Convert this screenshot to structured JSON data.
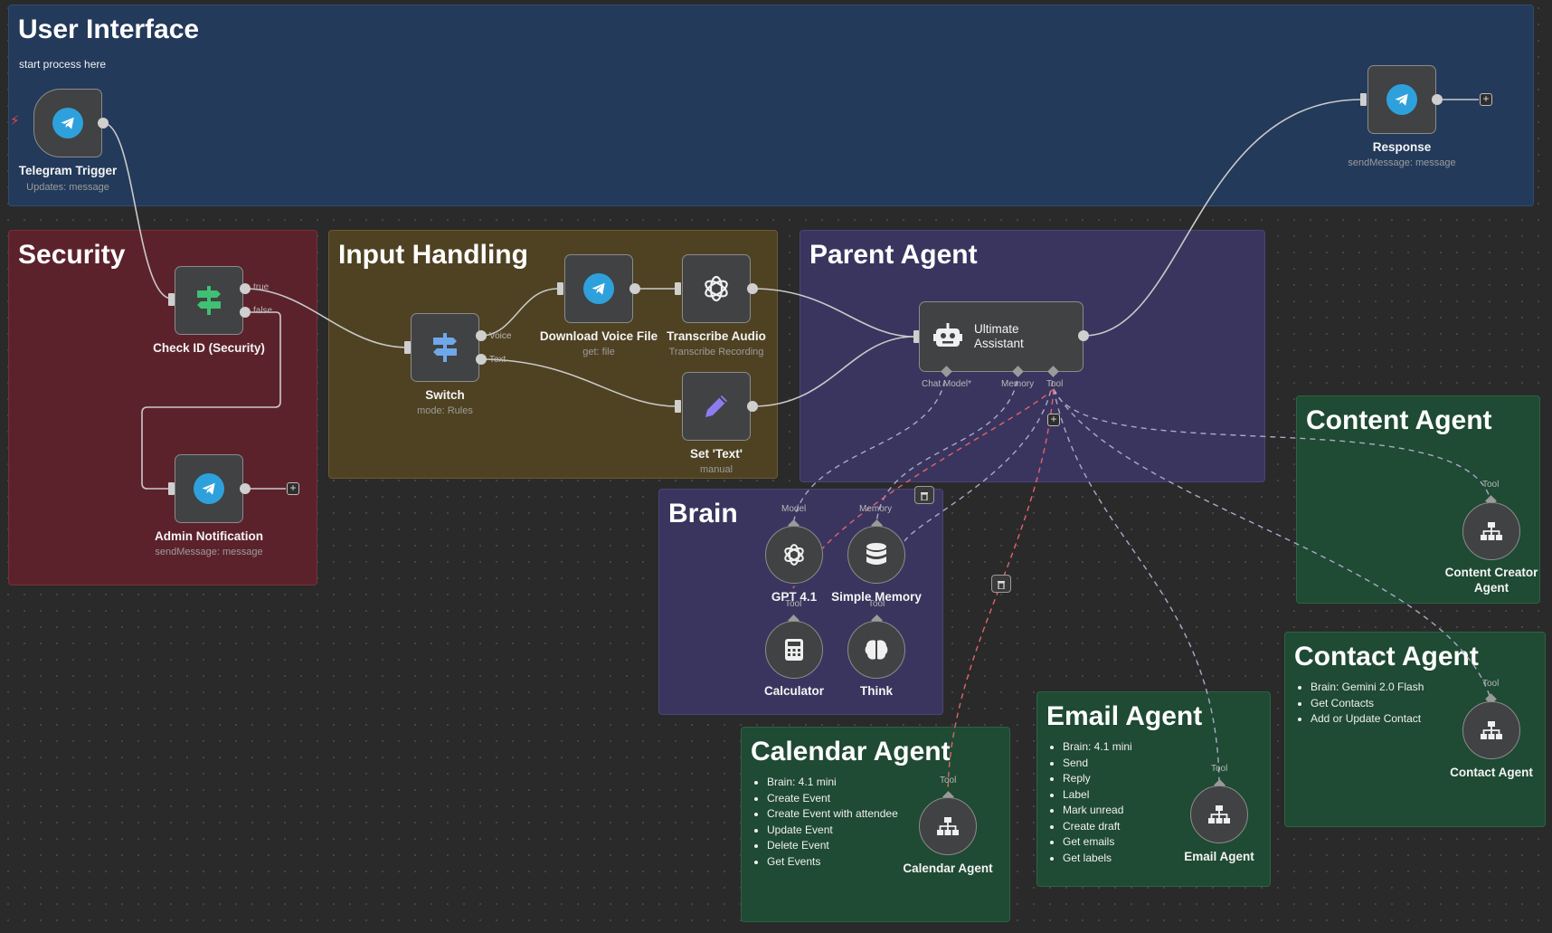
{
  "colors": {
    "canvas": "#2a2a2a",
    "user_interface": "#233a5a",
    "security": "#5c222c",
    "input_handling": "#4f4222",
    "parent_agent": "#3a355e",
    "brain": "#3a355e",
    "agent_groups": "#1f4a33",
    "wire": "#c9c9c9",
    "wire_dashed": "#a9a9c9",
    "wire_error": "#e0646c",
    "telegram": "#2ea1dc",
    "switch": "#3fc072"
  },
  "groups": {
    "user_interface": {
      "title": "User Interface",
      "subtitle": "start process here"
    },
    "security": {
      "title": "Security"
    },
    "input_handling": {
      "title": "Input Handling"
    },
    "parent_agent": {
      "title": "Parent Agent"
    },
    "brain": {
      "title": "Brain"
    },
    "content_agent": {
      "title": "Content Agent"
    },
    "contact_agent": {
      "title": "Contact Agent",
      "items": [
        "Brain: Gemini 2.0 Flash",
        "Get Contacts",
        "Add or Update Contact"
      ]
    },
    "email_agent": {
      "title": "Email Agent",
      "items": [
        "Brain: 4.1 mini",
        "Send",
        "Reply",
        "Label",
        "Mark unread",
        "Create draft",
        "Get emails",
        "Get labels"
      ]
    },
    "calendar_agent": {
      "title": "Calendar Agent",
      "items": [
        "Brain: 4.1 mini",
        "Create Event",
        "Create Event with attendee",
        "Update Event",
        "Delete Event",
        "Get Events"
      ]
    }
  },
  "nodes": {
    "telegram_trigger": {
      "label": "Telegram Trigger",
      "sub": "Updates: message",
      "icon": "telegram-icon"
    },
    "response": {
      "label": "Response",
      "sub": "sendMessage: message",
      "icon": "telegram-icon"
    },
    "check_id": {
      "label": "Check ID (Security)",
      "icon": "switch-icon",
      "out_true": "true",
      "out_false": "false"
    },
    "admin_notification": {
      "label": "Admin Notification",
      "sub": "sendMessage: message",
      "icon": "telegram-icon"
    },
    "switch": {
      "label": "Switch",
      "sub": "mode: Rules",
      "icon": "switch-icon",
      "out_voice": "Voice",
      "out_text": "Text"
    },
    "download_voice": {
      "label": "Download Voice File",
      "sub": "get: file",
      "icon": "telegram-icon"
    },
    "transcribe": {
      "label": "Transcribe Audio",
      "sub": "Transcribe Recording",
      "icon": "openai-icon"
    },
    "set_text": {
      "label": "Set 'Text'",
      "sub": "manual",
      "icon": "pencil-icon"
    },
    "ultimate_assistant": {
      "label": "Ultimate Assistant",
      "icon": "robot-icon",
      "h_chat_model": "Chat Model*",
      "h_memory": "Memory",
      "h_tool": "Tool"
    },
    "gpt41": {
      "label": "GPT 4.1",
      "icon": "openai-icon",
      "h_top": "Model"
    },
    "simple_memory": {
      "label": "Simple Memory",
      "icon": "database-icon",
      "h_top": "Memory"
    },
    "calculator": {
      "label": "Calculator",
      "icon": "calculator-icon",
      "h_top": "Tool"
    },
    "think": {
      "label": "Think",
      "icon": "brain-icon",
      "h_top": "Tool"
    },
    "content_creator_agent": {
      "label": "Content Creator Agent",
      "label_line1": "Content Creator",
      "label_line2": "Agent",
      "icon": "sitemap-icon",
      "h_top": "Tool"
    },
    "contact_agent": {
      "label": "Contact Agent",
      "icon": "sitemap-icon",
      "h_top": "Tool"
    },
    "email_agent": {
      "label": "Email Agent",
      "icon": "sitemap-icon",
      "h_top": "Tool"
    },
    "calendar_agent": {
      "label": "Calendar Agent",
      "icon": "sitemap-icon",
      "h_top": "Tool"
    }
  }
}
